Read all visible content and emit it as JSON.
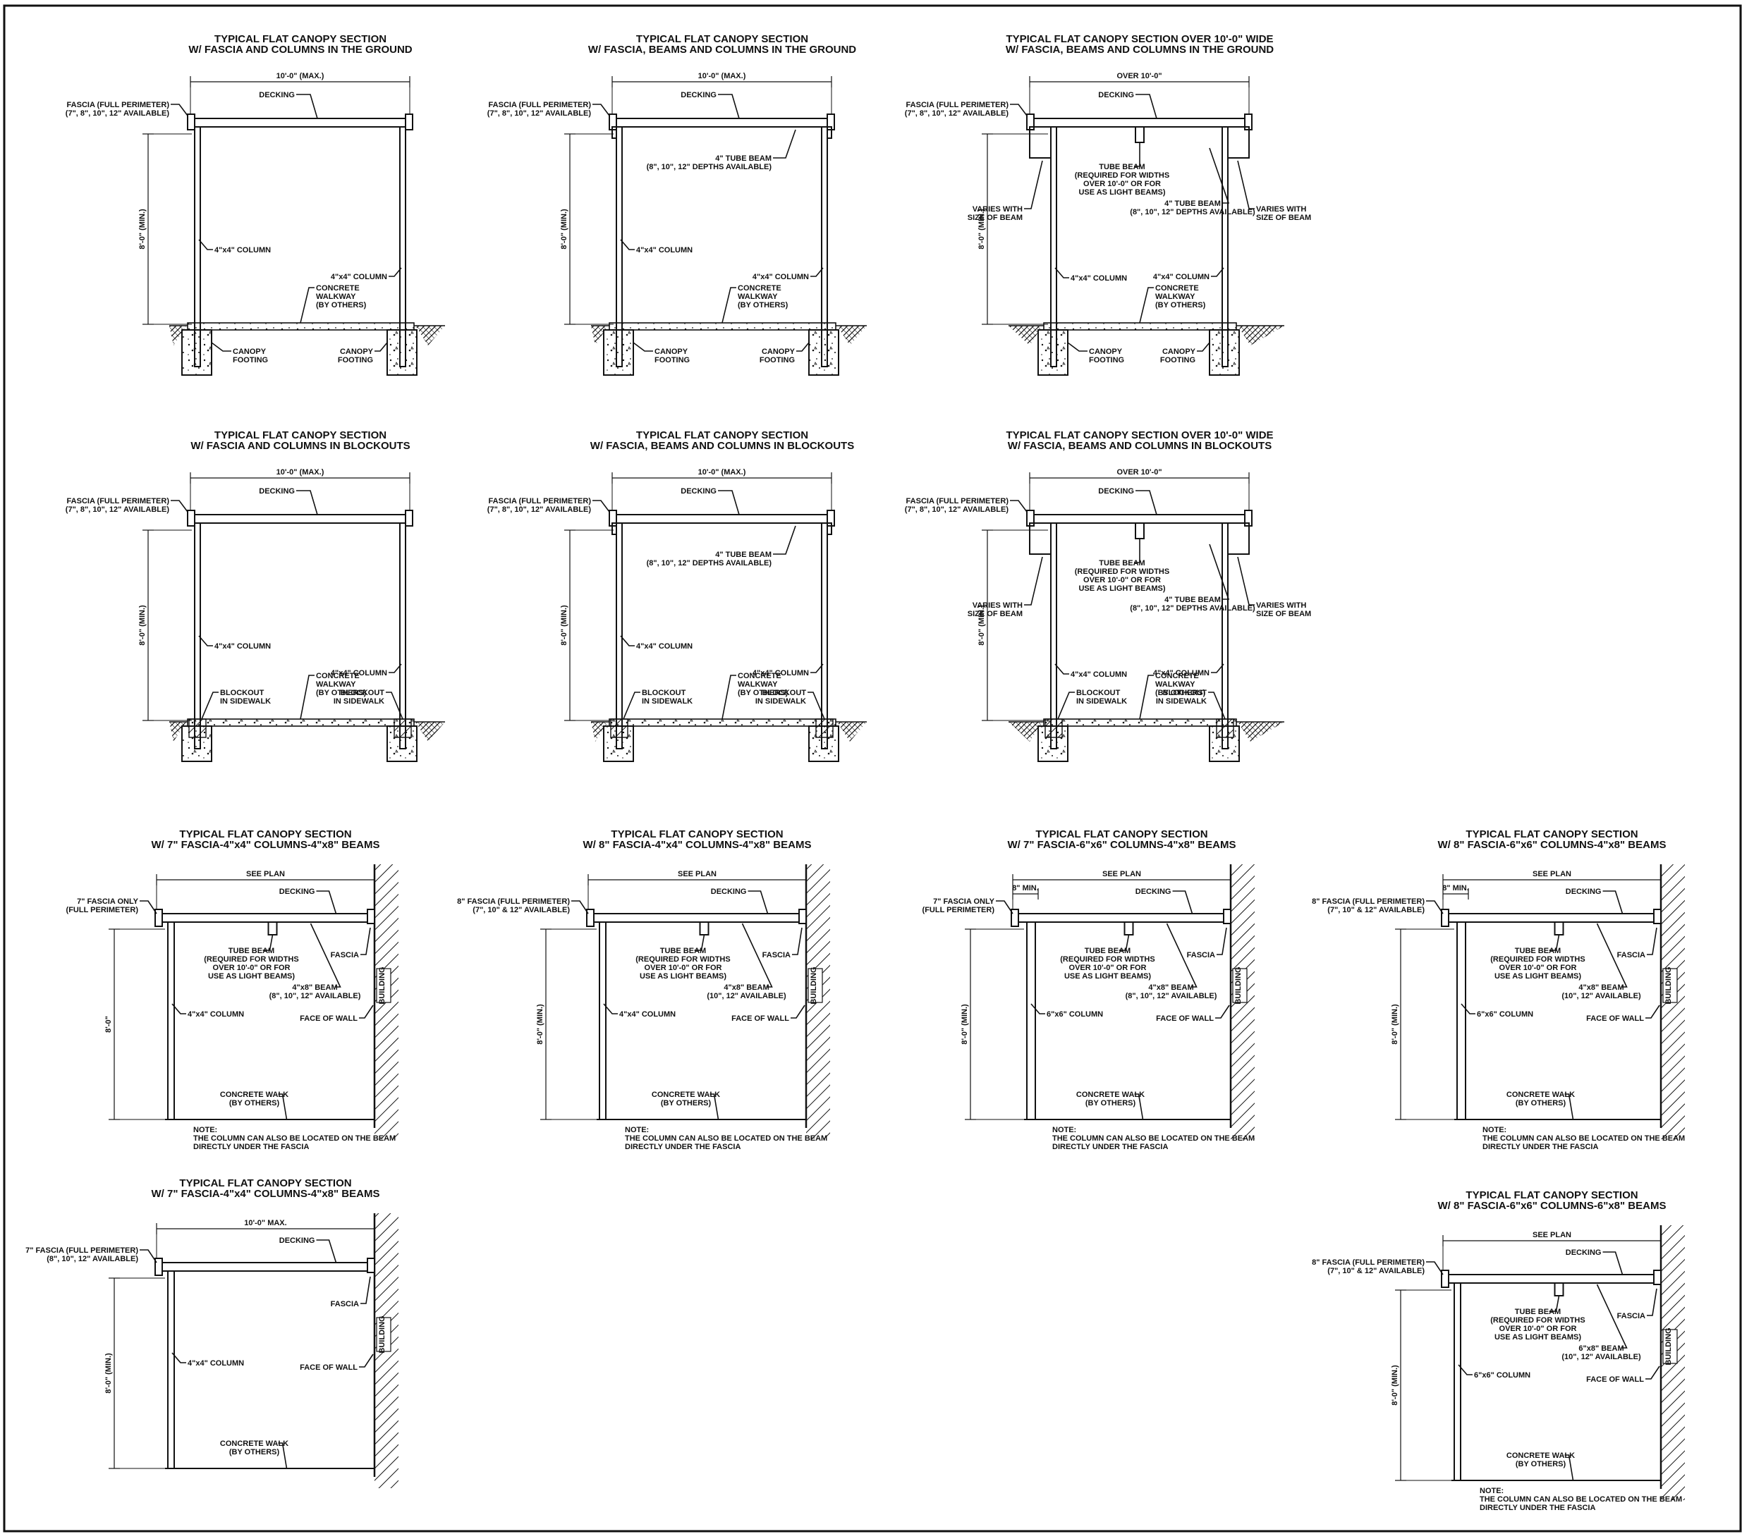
{
  "sheet": {
    "type": "architectural-detail-sheet"
  },
  "details": [
    {
      "id": "d1",
      "variant": "ground",
      "title": [
        "TYPICAL FLAT CANOPY SECTION",
        "W/ FASCIA AND COLUMNS IN THE GROUND"
      ],
      "top_dim": "10'-0\" (MAX.)",
      "height_dim": "8'-0\" (MIN.)",
      "labels": {
        "fascia": [
          "FASCIA (FULL PERIMETER)",
          "(7\", 8\", 10\", 12\" AVAILABLE)"
        ],
        "decking": [
          "DECKING"
        ],
        "col_left": [
          "4\"x4\" COLUMN"
        ],
        "col_right": [
          "4\"x4\" COLUMN"
        ],
        "walk": [
          "CONCRETE",
          "WALKWAY",
          "(BY OTHERS)"
        ],
        "foot_left": [
          "CANOPY",
          "FOOTING"
        ],
        "foot_right": [
          "CANOPY",
          "FOOTING"
        ]
      }
    },
    {
      "id": "d2",
      "variant": "ground-beam",
      "title": [
        "TYPICAL FLAT CANOPY SECTION",
        "W/ FASCIA, BEAMS AND COLUMNS IN THE GROUND"
      ],
      "top_dim": "10'-0\" (MAX.)",
      "height_dim": "8'-0\" (MIN.)",
      "labels": {
        "fascia": [
          "FASCIA (FULL PERIMETER)",
          "(7\", 8\", 10\", 12\" AVAILABLE)"
        ],
        "decking": [
          "DECKING"
        ],
        "beam": [
          "4\" TUBE BEAM",
          "(8\", 10\", 12\" DEPTHS AVAILABLE)"
        ],
        "col_left": [
          "4\"x4\" COLUMN"
        ],
        "col_right": [
          "4\"x4\" COLUMN"
        ],
        "walk": [
          "CONCRETE",
          "WALKWAY",
          "(BY OTHERS)"
        ],
        "foot_left": [
          "CANOPY",
          "FOOTING"
        ],
        "foot_right": [
          "CANOPY",
          "FOOTING"
        ]
      }
    },
    {
      "id": "d3",
      "variant": "ground-wide",
      "title": [
        "TYPICAL FLAT CANOPY SECTION OVER 10'-0\" WIDE",
        "W/ FASCIA, BEAMS AND COLUMNS IN THE GROUND"
      ],
      "top_dim": "OVER 10'-0\"",
      "height_dim": "8'-0\" (MIN.)",
      "labels": {
        "fascia": [
          "FASCIA (FULL PERIMETER)",
          "(7\", 8\", 10\", 12\" AVAILABLE)"
        ],
        "decking": [
          "DECKING"
        ],
        "tube": [
          "TUBE BEAM",
          "(REQUIRED FOR WIDTHS",
          "OVER 10'-0\" OR FOR",
          "USE AS LIGHT BEAMS)"
        ],
        "beam": [
          "4\" TUBE BEAM",
          "(8\", 10\", 12\" DEPTHS AVAILABLE)"
        ],
        "varies_left": [
          "VARIES WITH",
          "SIZE OF BEAM"
        ],
        "varies_right": [
          "VARIES WITH",
          "SIZE OF BEAM"
        ],
        "col_left": [
          "4\"x4\" COLUMN"
        ],
        "col_right": [
          "4\"x4\" COLUMN"
        ],
        "walk": [
          "CONCRETE",
          "WALKWAY",
          "(BY OTHERS)"
        ],
        "foot_left": [
          "CANOPY",
          "FOOTING"
        ],
        "foot_right": [
          "CANOPY",
          "FOOTING"
        ]
      }
    },
    {
      "id": "d4",
      "variant": "blockout",
      "title": [
        "TYPICAL FLAT CANOPY SECTION",
        "W/ FASCIA AND COLUMNS IN BLOCKOUTS"
      ],
      "top_dim": "10'-0\" (MAX.)",
      "height_dim": "8'-0\" (MIN.)",
      "labels": {
        "fascia": [
          "FASCIA (FULL PERIMETER)",
          "(7\", 8\", 10\", 12\" AVAILABLE)"
        ],
        "decking": [
          "DECKING"
        ],
        "col_left": [
          "4\"x4\" COLUMN"
        ],
        "col_right": [
          "4\"x4\" COLUMN"
        ],
        "walk": [
          "CONCRETE",
          "WALKWAY",
          "(BY OTHERS)"
        ],
        "block_left": [
          "BLOCKOUT",
          "IN SIDEWALK"
        ],
        "block_right": [
          "BLOCKOUT",
          "IN SIDEWALK"
        ]
      }
    },
    {
      "id": "d5",
      "variant": "blockout-beam",
      "title": [
        "TYPICAL FLAT CANOPY SECTION",
        "W/ FASCIA, BEAMS AND COLUMNS IN BLOCKOUTS"
      ],
      "top_dim": "10'-0\" (MAX.)",
      "height_dim": "8'-0\" (MIN.)",
      "labels": {
        "fascia": [
          "FASCIA (FULL PERIMETER)",
          "(7\", 8\", 10\", 12\" AVAILABLE)"
        ],
        "decking": [
          "DECKING"
        ],
        "beam": [
          "4\" TUBE BEAM",
          "(8\", 10\", 12\" DEPTHS AVAILABLE)"
        ],
        "col_left": [
          "4\"x4\" COLUMN"
        ],
        "col_right": [
          "4\"x4\" COLUMN"
        ],
        "walk": [
          "CONCRETE",
          "WALKWAY",
          "(BY OTHERS)"
        ],
        "block_left": [
          "BLOCKOUT",
          "IN SIDEWALK"
        ],
        "block_right": [
          "BLOCKOUT",
          "IN SIDEWALK"
        ]
      }
    },
    {
      "id": "d6",
      "variant": "blockout-wide",
      "title": [
        "TYPICAL FLAT CANOPY SECTION OVER 10'-0\" WIDE",
        "W/ FASCIA, BEAMS AND COLUMNS IN BLOCKOUTS"
      ],
      "top_dim": "OVER 10'-0\"",
      "height_dim": "8'-0\" (MIN.)",
      "labels": {
        "fascia": [
          "FASCIA (FULL PERIMETER)",
          "(7\", 8\", 10\", 12\" AVAILABLE)"
        ],
        "decking": [
          "DECKING"
        ],
        "tube": [
          "TUBE BEAM",
          "(REQUIRED FOR WIDTHS",
          "OVER 10'-0\" OR FOR",
          "USE AS LIGHT BEAMS)"
        ],
        "beam": [
          "4\" TUBE BEAM",
          "(8\", 10\", 12\" DEPTHS AVAILABLE)"
        ],
        "varies_left": [
          "VARIES WITH",
          "SIZE OF BEAM"
        ],
        "varies_right": [
          "VARIES WITH",
          "SIZE OF BEAM"
        ],
        "col_left": [
          "4\"x4\" COLUMN"
        ],
        "col_right": [
          "4\"x4\" COLUMN"
        ],
        "walk": [
          "CONCRETE",
          "WALKWAY",
          "(BY OTHERS)"
        ],
        "block_left": [
          "BLOCKOUT",
          "IN SIDEWALK"
        ],
        "block_right": [
          "BLOCKOUT",
          "IN SIDEWALK"
        ]
      }
    },
    {
      "id": "d7",
      "variant": "wall",
      "title": [
        "TYPICAL FLAT CANOPY SECTION",
        "W/ 7\" FASCIA-4\"x4\" COLUMNS-4\"x8\" BEAMS"
      ],
      "top_dim": "SEE PLAN",
      "height_dim": "8'-0\"",
      "building": "BUILDING",
      "labels": {
        "fascia": [
          "7\" FASCIA ONLY",
          "(FULL PERIMETER)"
        ],
        "decking": [
          "DECKING"
        ],
        "tube": [
          "TUBE BEAM",
          "(REQUIRED FOR WIDTHS",
          "OVER 10'-0\" OR FOR",
          "USE AS LIGHT BEAMS)"
        ],
        "beam": [
          "4\"x8\" BEAM",
          "(8\", 10\", 12\" AVAILABLE)"
        ],
        "fascia_r": [
          "FASCIA"
        ],
        "col": [
          "4\"x4\" COLUMN"
        ],
        "face": [
          "FACE OF WALL"
        ],
        "walk": [
          "CONCRETE WALK",
          "(BY OTHERS)"
        ],
        "note": [
          "NOTE:",
          "THE COLUMN CAN ALSO BE LOCATED ON THE BEAM",
          "DIRECTLY UNDER THE FASCIA"
        ]
      }
    },
    {
      "id": "d8",
      "variant": "wall",
      "title": [
        "TYPICAL FLAT CANOPY SECTION",
        "W/ 8\" FASCIA-4\"x4\" COLUMNS-4\"x8\" BEAMS"
      ],
      "top_dim": "SEE PLAN",
      "height_dim": "8'-0\" (MIN.)",
      "building": "BUILDING",
      "labels": {
        "fascia": [
          "8\" FASCIA (FULL PERIMETER)",
          "(7\", 10\" & 12\" AVAILABLE)"
        ],
        "decking": [
          "DECKING"
        ],
        "tube": [
          "TUBE BEAM",
          "(REQUIRED FOR WIDTHS",
          "OVER 10'-0\" OR FOR",
          "USE AS LIGHT BEAMS)"
        ],
        "beam": [
          "4\"x8\" BEAM",
          "(10\", 12\" AVAILABLE)"
        ],
        "fascia_r": [
          "FASCIA"
        ],
        "col": [
          "4\"x4\" COLUMN"
        ],
        "face": [
          "FACE OF WALL"
        ],
        "walk": [
          "CONCRETE WALK",
          "(BY OTHERS)"
        ],
        "note": [
          "NOTE:",
          "THE COLUMN CAN ALSO BE LOCATED ON THE BEAM",
          "DIRECTLY UNDER THE FASCIA"
        ]
      }
    },
    {
      "id": "d9",
      "variant": "wall-min",
      "title": [
        "TYPICAL FLAT CANOPY SECTION",
        "W/ 7\" FASCIA-6\"x6\" COLUMNS-4\"x8\" BEAMS"
      ],
      "top_dim": "SEE PLAN",
      "min_dim": "8\" MIN.",
      "height_dim": "8'-0\" (MIN.)",
      "building": "BUILDING",
      "labels": {
        "fascia": [
          "7\" FASCIA ONLY",
          "(FULL PERIMETER)"
        ],
        "decking": [
          "DECKING"
        ],
        "tube": [
          "TUBE BEAM",
          "(REQUIRED FOR WIDTHS",
          "OVER 10'-0\" OR FOR",
          "USE AS LIGHT BEAMS)"
        ],
        "beam": [
          "4\"x8\" BEAM",
          "(8\", 10\", 12\" AVAILABLE)"
        ],
        "fascia_r": [
          "FASCIA"
        ],
        "col": [
          "6\"x6\" COLUMN"
        ],
        "face": [
          "FACE OF WALL"
        ],
        "walk": [
          "CONCRETE WALK",
          "(BY OTHERS)"
        ],
        "note": [
          "NOTE:",
          "THE COLUMN CAN ALSO BE LOCATED ON THE BEAM",
          "DIRECTLY UNDER THE FASCIA"
        ]
      }
    },
    {
      "id": "d10",
      "variant": "wall-min",
      "title": [
        "TYPICAL FLAT CANOPY SECTION",
        "W/ 8\" FASCIA-6\"x6\" COLUMNS-4\"x8\" BEAMS"
      ],
      "top_dim": "SEE PLAN",
      "min_dim": "8\" MIN.",
      "height_dim": "8'-0\" (MIN.)",
      "building": "BUILDING",
      "labels": {
        "fascia": [
          "8\" FASCIA (FULL PERIMETER)",
          "(7\", 10\" & 12\" AVAILABLE)"
        ],
        "decking": [
          "DECKING"
        ],
        "tube": [
          "TUBE BEAM",
          "(REQUIRED FOR WIDTHS",
          "OVER 10'-0\" OR FOR",
          "USE AS LIGHT BEAMS)"
        ],
        "beam": [
          "4\"x8\" BEAM",
          "(10\", 12\" AVAILABLE)"
        ],
        "fascia_r": [
          "FASCIA"
        ],
        "col": [
          "6\"x6\" COLUMN"
        ],
        "face": [
          "FACE OF WALL"
        ],
        "walk": [
          "CONCRETE WALK",
          "(BY OTHERS)"
        ],
        "note": [
          "NOTE:",
          "THE COLUMN CAN ALSO BE LOCATED ON THE BEAM",
          "DIRECTLY UNDER THE FASCIA"
        ]
      }
    },
    {
      "id": "d11",
      "variant": "wall-nobeam",
      "title": [
        "TYPICAL FLAT CANOPY SECTION",
        "W/ 7\" FASCIA-4\"x4\" COLUMNS-4\"x8\" BEAMS"
      ],
      "top_dim": "10'-0\" MAX.",
      "height_dim": "8'-0\" (MIN.)",
      "building": "BUILDING",
      "labels": {
        "fascia": [
          "7\" FASCIA (FULL PERIMETER)",
          "(8\", 10\", 12\" AVAILABLE)"
        ],
        "decking": [
          "DECKING"
        ],
        "fascia_r": [
          "FASCIA"
        ],
        "col": [
          "4\"x4\" COLUMN"
        ],
        "face": [
          "FACE OF WALL"
        ],
        "walk": [
          "CONCRETE WALK",
          "(BY OTHERS)"
        ]
      }
    },
    {
      "id": "d12",
      "variant": "wall",
      "title": [
        "TYPICAL FLAT CANOPY SECTION",
        "W/ 8\" FASCIA-6\"x6\" COLUMNS-6\"x8\" BEAMS"
      ],
      "top_dim": "SEE PLAN",
      "height_dim": "8'-0\" (MIN.)",
      "building": "BUILDING",
      "labels": {
        "fascia": [
          "8\" FASCIA (FULL PERIMETER)",
          "(7\", 10\" & 12\" AVAILABLE)"
        ],
        "decking": [
          "DECKING"
        ],
        "tube": [
          "TUBE BEAM",
          "(REQUIRED FOR WIDTHS",
          "OVER 10'-0\" OR FOR",
          "USE AS LIGHT BEAMS)"
        ],
        "beam": [
          "6\"x8\" BEAM",
          "(10\", 12\" AVAILABLE)"
        ],
        "fascia_r": [
          "FASCIA"
        ],
        "col": [
          "6\"x6\" COLUMN"
        ],
        "face": [
          "FACE OF WALL"
        ],
        "walk": [
          "CONCRETE WALK",
          "(BY OTHERS)"
        ],
        "note": [
          "NOTE:",
          "THE COLUMN CAN ALSO BE LOCATED ON THE BEAM",
          "DIRECTLY UNDER THE FASCIA"
        ]
      }
    }
  ]
}
